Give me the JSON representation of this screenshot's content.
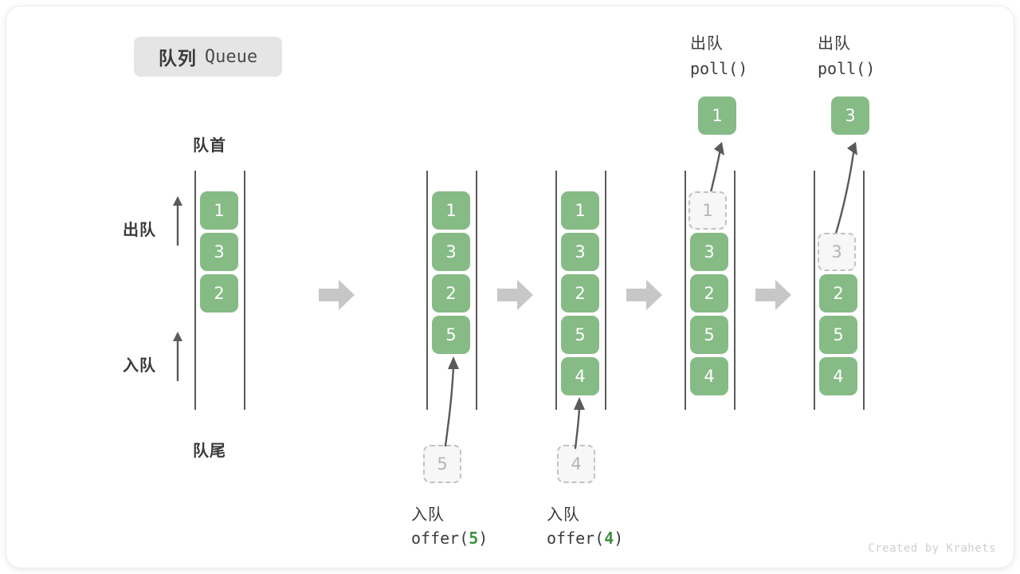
{
  "title": {
    "cn": "队列",
    "en": "Queue"
  },
  "labels": {
    "head": "队首",
    "tail": "队尾",
    "dequeue": "出队",
    "enqueue": "入队"
  },
  "credit": "Created by Krahets",
  "colors": {
    "cell_fill": "#86bb86",
    "cell_text": "#ffffff",
    "ghost_fill": "#f7f7f7",
    "ghost_border": "#c2c2c2",
    "ghost_text": "#b4b4b4",
    "rail": "#5a5a5a",
    "step_arrow": "#c7c7c7",
    "badge_bg": "#e5e5e5",
    "accent_green_text": "#3f9142",
    "text": "#3a3a3a"
  },
  "steps": [
    {
      "id": "initial",
      "cells": [
        "1",
        "3",
        "2"
      ],
      "ghost_index": -1,
      "op_kind": "none",
      "op_cn": "",
      "op_code_prefix": "",
      "op_code_value": "",
      "op_code_suffix": "",
      "incoming": "",
      "popped": ""
    },
    {
      "id": "offer-5",
      "cells": [
        "1",
        "3",
        "2",
        "5"
      ],
      "ghost_index": -1,
      "op_kind": "offer",
      "op_cn": "入队",
      "op_code_prefix": "offer(",
      "op_code_value": "5",
      "op_code_suffix": ")",
      "incoming": "5",
      "popped": ""
    },
    {
      "id": "offer-4",
      "cells": [
        "1",
        "3",
        "2",
        "5",
        "4"
      ],
      "ghost_index": -1,
      "op_kind": "offer",
      "op_cn": "入队",
      "op_code_prefix": "offer(",
      "op_code_value": "4",
      "op_code_suffix": ")",
      "incoming": "4",
      "popped": ""
    },
    {
      "id": "poll-1",
      "cells": [
        "1",
        "3",
        "2",
        "5",
        "4"
      ],
      "ghost_index": 0,
      "op_kind": "poll",
      "op_cn": "出队",
      "op_code_prefix": "poll(",
      "op_code_value": "",
      "op_code_suffix": ")",
      "incoming": "",
      "popped": "1"
    },
    {
      "id": "poll-3",
      "cells": [
        "3",
        "2",
        "5",
        "4"
      ],
      "ghost_index": 0,
      "op_kind": "poll",
      "op_cn": "出队",
      "op_code_prefix": "poll(",
      "op_code_value": "",
      "op_code_suffix": ")",
      "incoming": "",
      "popped": "3"
    }
  ]
}
